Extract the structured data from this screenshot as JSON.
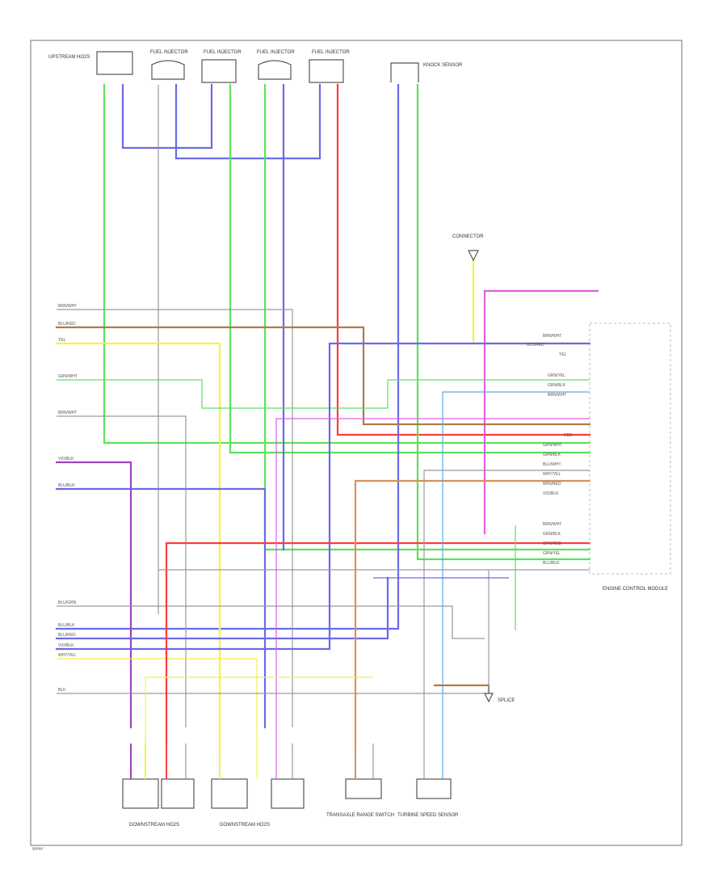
{
  "colors": {
    "green": "#5ee05e",
    "blue": "#6a6ae8",
    "red": "#ff3b3b",
    "yellow": "#f2f24a",
    "orange": "#d9905a",
    "brown": "#b07a4a",
    "magenta": "#e060e0",
    "violet": "#a040c0",
    "gray": "#9a9a9a",
    "black": "#333333",
    "lightblue": "#58aee8"
  },
  "diagram": {
    "page_marker": "W###",
    "left_wire_labels": [
      {
        "text": "BRN/WHT"
      },
      {
        "text": "BLU/RED"
      },
      {
        "text": "YEL"
      },
      {
        "text": "GRN/WHT"
      },
      {
        "text": "BRN/WHT"
      },
      {
        "text": "VIO/BLK"
      },
      {
        "text": "BLU/BLK"
      },
      {
        "text": "BLU/GRN"
      },
      {
        "text": "BLU/BLK"
      },
      {
        "text": "BLU/RED"
      },
      {
        "text": "VIO/BLK"
      },
      {
        "text": "WHT/YEL"
      },
      {
        "text": "BLK"
      }
    ],
    "right_pin_labels": [
      {
        "text": "BRN/WHT"
      },
      {
        "text": "BLU/RED"
      },
      {
        "text": "YEL"
      },
      {
        "text": "GRN/YEL"
      },
      {
        "text": "GRN/BLK"
      },
      {
        "text": "BRN/WHT"
      },
      {
        "text": "RED"
      },
      {
        "text": "GRN/WHT"
      },
      {
        "text": "GRN/BLK"
      },
      {
        "text": "BLU/WHT"
      },
      {
        "text": "WHT/YEL"
      },
      {
        "text": "BRN/RED"
      },
      {
        "text": "VIO/BLK"
      },
      {
        "text": "BRN/WHT"
      },
      {
        "text": "GRN/BLK"
      },
      {
        "text": "GRN/RED"
      },
      {
        "text": "GRN/YEL"
      },
      {
        "text": "BLU/BLK"
      }
    ],
    "top_components": [
      {
        "text": "UPSTREAM HO2S"
      },
      {
        "text": "FUEL INJECTOR"
      },
      {
        "text": "FUEL INJECTOR"
      },
      {
        "text": "FUEL INJECTOR"
      },
      {
        "text": "FUEL INJECTOR"
      },
      {
        "text": "KNOCK SENSOR"
      }
    ],
    "bottom_components": [
      {
        "text": "DOWNSTREAM HO2S"
      },
      {
        "text": "DOWNSTREAM HO2S"
      },
      {
        "text": "TRANSAXLE RANGE SWITCH"
      },
      {
        "text": "TURBINE SPEED SENSOR"
      }
    ],
    "right_components": {
      "ecm": "ENGINE CONTROL MODULE",
      "connector_top": "CONNECTOR",
      "splice_label": "SPLICE"
    }
  }
}
